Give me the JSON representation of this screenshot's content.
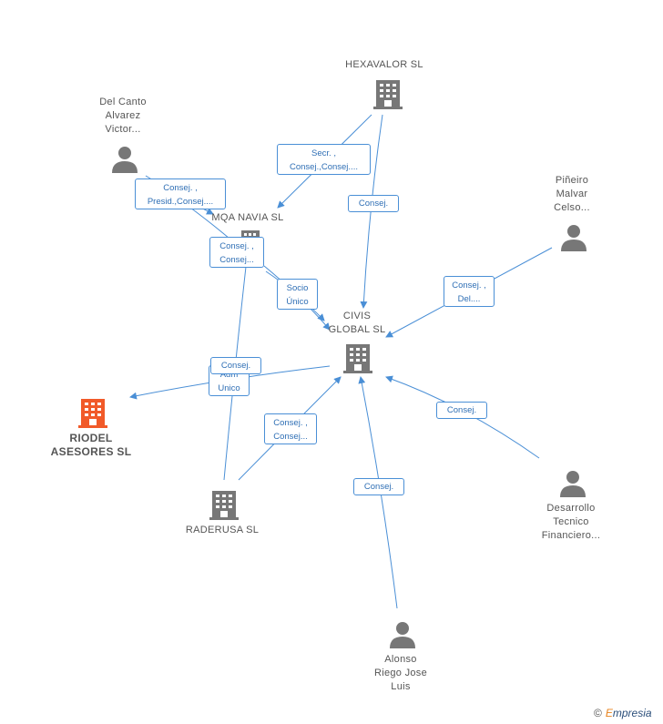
{
  "colors": {
    "edge": "#4a8fd6",
    "node": "#777777",
    "focus": "#f15a29"
  },
  "nodes": {
    "hexavalor": {
      "label": [
        "HEXAVALOR SL"
      ],
      "icon": "building-icon"
    },
    "delcanto": {
      "label": [
        "Del Canto",
        "Alvarez",
        "Victor..."
      ],
      "icon": "person-icon"
    },
    "mqanavia": {
      "label": [
        "MQA NAVIA  SL"
      ],
      "icon": "building-icon"
    },
    "pineiro": {
      "label": [
        "Piñeiro",
        "Malvar",
        "Celso..."
      ],
      "icon": "person-icon"
    },
    "civis": {
      "label": [
        "CIVIS",
        "GLOBAL SL"
      ],
      "icon": "building-icon"
    },
    "riodel": {
      "label": [
        "RIODEL",
        "ASESORES SL"
      ],
      "icon": "building-icon"
    },
    "raderusa": {
      "label": [
        "RADERUSA  SL"
      ],
      "icon": "building-icon"
    },
    "desarrollo": {
      "label": [
        "Desarrollo",
        "Tecnico",
        "Financiero..."
      ],
      "icon": "person-icon"
    },
    "alonso": {
      "label": [
        "Alonso",
        "Riego Jose",
        "Luis"
      ],
      "icon": "person-icon"
    }
  },
  "edge_labels": {
    "hex_mqa": [
      "Secr. ,",
      "Consej.,Consej...."
    ],
    "hex_civis": [
      "Consej."
    ],
    "delcanto_mqa": [
      "Consej. ,",
      "Presid.,Consej...."
    ],
    "mqa_self": [
      "Consej. ,",
      "Consej..."
    ],
    "socio": [
      "Socio",
      "Único"
    ],
    "pineiro_civis": [
      "Consej. ,",
      "Del...."
    ],
    "adm": [
      "Adm",
      "Unico"
    ],
    "civis_riodel": [
      "Consej."
    ],
    "raderusa_civis": [
      "Consej. ,",
      "Consej..."
    ],
    "desarrollo_civis": [
      "Consej."
    ],
    "alonso_civis": [
      "Consej."
    ]
  },
  "footer": {
    "copyright": "©",
    "brand_first": "E",
    "brand_rest": "mpresia"
  }
}
